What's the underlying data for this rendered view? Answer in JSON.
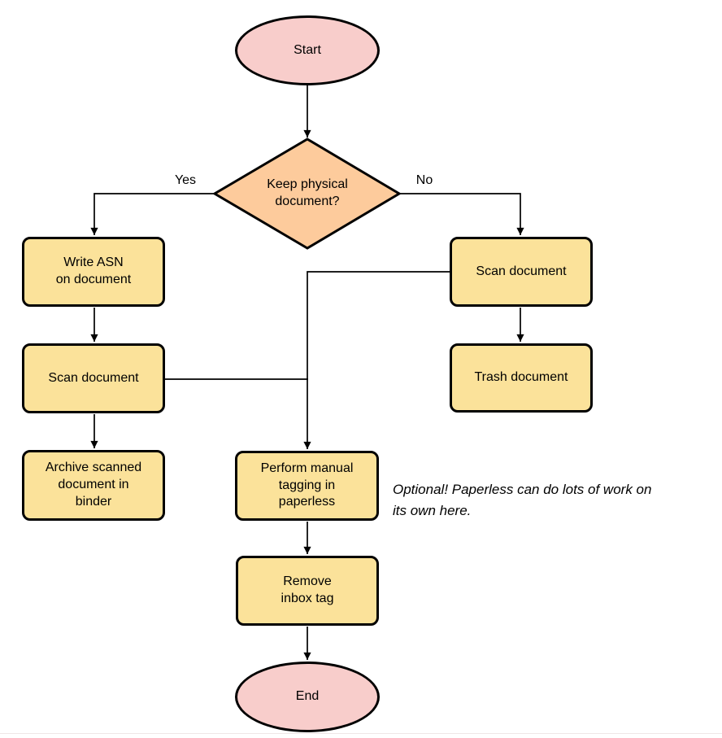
{
  "diagram": {
    "nodes": {
      "start": {
        "label": "Start"
      },
      "decision": {
        "label": [
          "Keep physical",
          "document?"
        ]
      },
      "write_asn": {
        "label": [
          "Write ASN",
          "on document"
        ]
      },
      "scan_left": {
        "label": "Scan document"
      },
      "archive": {
        "label": [
          "Archive scanned",
          "document in",
          "binder"
        ]
      },
      "scan_right": {
        "label": "Scan document"
      },
      "trash": {
        "label": "Trash document"
      },
      "tagging": {
        "label": [
          "Perform manual",
          "tagging in",
          "paperless"
        ]
      },
      "remove_inbox": {
        "label": [
          "Remove",
          "inbox tag"
        ]
      },
      "end": {
        "label": "End"
      }
    },
    "edge_labels": {
      "yes": "Yes",
      "no": "No"
    },
    "annotation": [
      "Optional! Paperless can do lots of work on",
      "its own here."
    ],
    "colors": {
      "terminator_fill": "#F8CDCB",
      "decision_fill": "#FDCB9C",
      "process_fill": "#FBE29A",
      "stroke": "#000000"
    }
  }
}
